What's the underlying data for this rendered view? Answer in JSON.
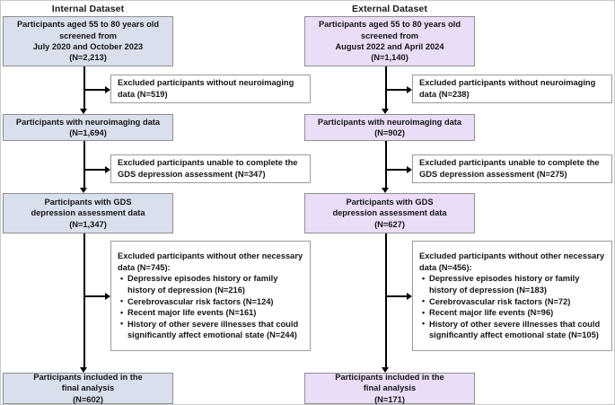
{
  "figure": {
    "type": "flowchart",
    "orientation": "two-column participant flow diagram",
    "columns": [
      {
        "id": "internal",
        "title": "Internal Dataset",
        "accent_color": "#d9dfec",
        "nodes": [
          {
            "name": "screened",
            "lines": [
              "Participants aged 55 to 80 years old",
              "screened from",
              "July 2020 and October 2023",
              "(N=2,213)"
            ]
          },
          {
            "name": "neuroimaging",
            "lines": [
              "Participants with neuroimaging data",
              "(N=1,694)"
            ]
          },
          {
            "name": "gds",
            "lines": [
              "Participants with GDS",
              "depression assessment data",
              "(N=1,347)"
            ]
          },
          {
            "name": "final",
            "lines": [
              "Participants included in the",
              "final analysis",
              "(N=602)"
            ]
          }
        ],
        "exclusions": [
          {
            "name": "excl-neuroimaging",
            "header": "Excluded participants without neuroimaging data (N=519)",
            "items": []
          },
          {
            "name": "excl-gds",
            "header": "Excluded participants unable to complete the GDS depression assessment (N=347)",
            "items": []
          },
          {
            "name": "excl-other",
            "header": "Excluded participants without other necessary data (N=745):",
            "items": [
              "Depressive episodes history or family history of depression (N=216)",
              "Cerebrovascular risk factors (N=124)",
              "Recent major life events (N=161)",
              "History of other severe illnesses that could significantly affect emotional state (N=244)"
            ]
          }
        ]
      },
      {
        "id": "external",
        "title": "External Dataset",
        "accent_color": "#e9ddf7",
        "nodes": [
          {
            "name": "screened",
            "lines": [
              "Participants aged 55 to 80 years old",
              "screened from",
              "August 2022 and April 2024",
              "(N=1,140)"
            ]
          },
          {
            "name": "neuroimaging",
            "lines": [
              "Participants with neuroimaging data",
              "(N=902)"
            ]
          },
          {
            "name": "gds",
            "lines": [
              "Participants with GDS",
              "depression assessment data",
              "(N=627)"
            ]
          },
          {
            "name": "final",
            "lines": [
              "Participants included in the",
              "final analysis",
              "(N=171)"
            ]
          }
        ],
        "exclusions": [
          {
            "name": "excl-neuroimaging",
            "header": "Excluded participants without neuroimaging data (N=238)",
            "items": []
          },
          {
            "name": "excl-gds",
            "header": "Excluded participants unable to complete the GDS depression assessment (N=275)",
            "items": []
          },
          {
            "name": "excl-other",
            "header": "Excluded participants without other necessary data (N=456):",
            "items": [
              "Depressive episodes history or family history of depression (N=183)",
              "Cerebrovascular risk factors (N=72)",
              "Recent major life events (N=96)",
              "History of other severe illnesses that could significantly affect emotional state (N=105)"
            ]
          }
        ]
      }
    ]
  }
}
